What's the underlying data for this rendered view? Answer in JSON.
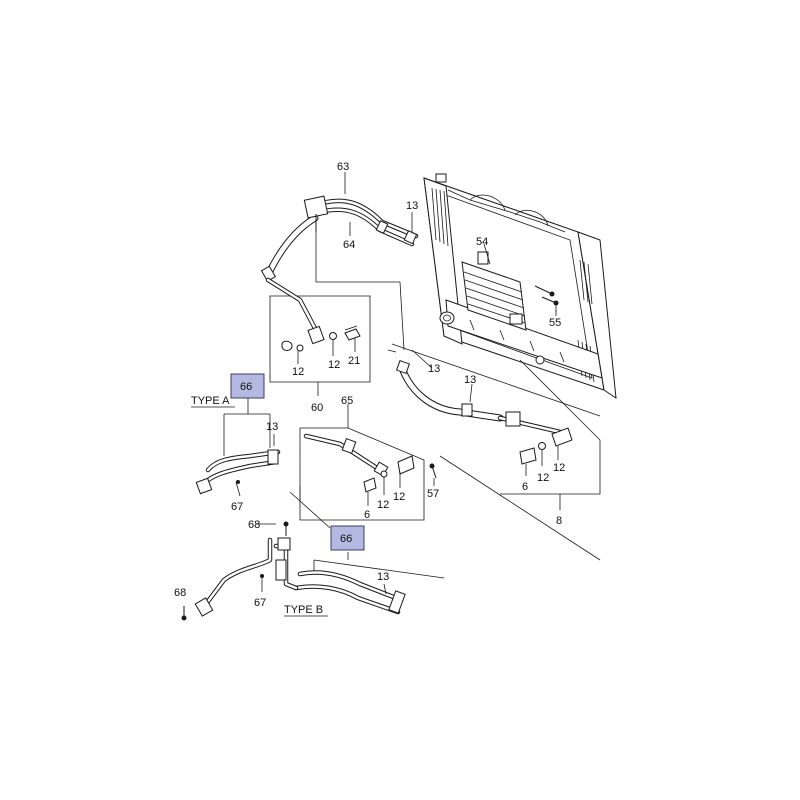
{
  "callouts": {
    "c63": "63",
    "c64": "64",
    "c13_top": "13",
    "c54": "54",
    "c55": "55",
    "c12_box60": "12",
    "c12b_box60": "12",
    "c21": "21",
    "c60": "60",
    "c13_mid": "13",
    "c13_right": "13",
    "c65": "65",
    "c6_box65": "6",
    "c12_box65": "12",
    "c12b_box65": "12",
    "c57": "57",
    "c6_box8": "6",
    "c12_box8": "12",
    "c12b_box8": "12",
    "c8": "8",
    "c66_a": "66",
    "c13_typea": "13",
    "c67_a": "67",
    "c68_top": "68",
    "c66_b": "66",
    "c13_typeb": "13",
    "c68_left": "68",
    "c67_b": "67"
  },
  "type_labels": {
    "type_a": "TYPE A",
    "type_b": "TYPE B"
  },
  "colors": {
    "highlight_fill": "#b3b9e0",
    "line": "#1a1a1a"
  }
}
